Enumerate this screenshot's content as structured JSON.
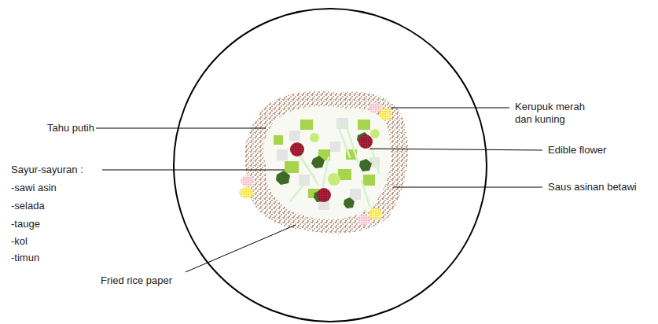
{
  "diagram": {
    "labels": [
      "Tahu putih",
      "Sayur-sayuran :",
      "-sawi asin",
      "-selada",
      "-tauge",
      "-kol",
      "-timun",
      "Fried rice paper",
      "Kerupuk merah dan kuning",
      "Edible flower",
      "Saus asinan betawi"
    ]
  }
}
